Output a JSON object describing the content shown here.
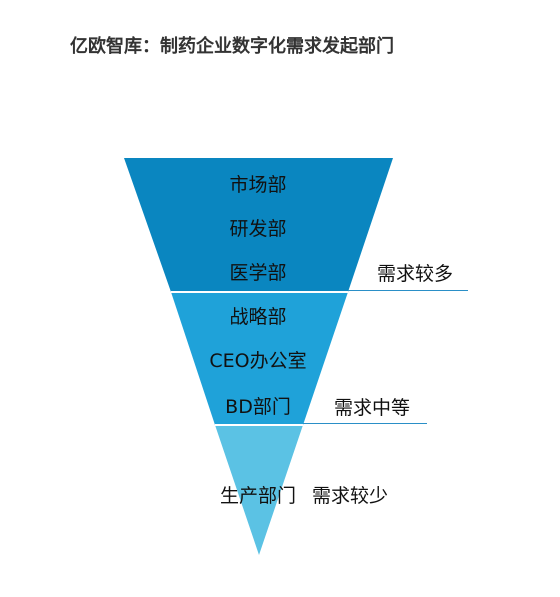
{
  "title": "亿欧智库：制药企业数字化需求发起部门",
  "colors": {
    "tier_top": "#0a86c0",
    "tier_mid": "#1fa2d9",
    "tier_bottom": "#5bc2e4",
    "divider": "#ffffff",
    "rule": "#2a8fc7"
  },
  "tiers": [
    {
      "departments": [
        "市场部",
        "研发部",
        "医学部"
      ],
      "demand": "需求较多"
    },
    {
      "departments": [
        "战略部",
        "CEO办公室",
        "BD部门"
      ],
      "demand": "需求中等"
    },
    {
      "departments": [
        "生产部门"
      ],
      "demand": "需求较少"
    }
  ]
}
